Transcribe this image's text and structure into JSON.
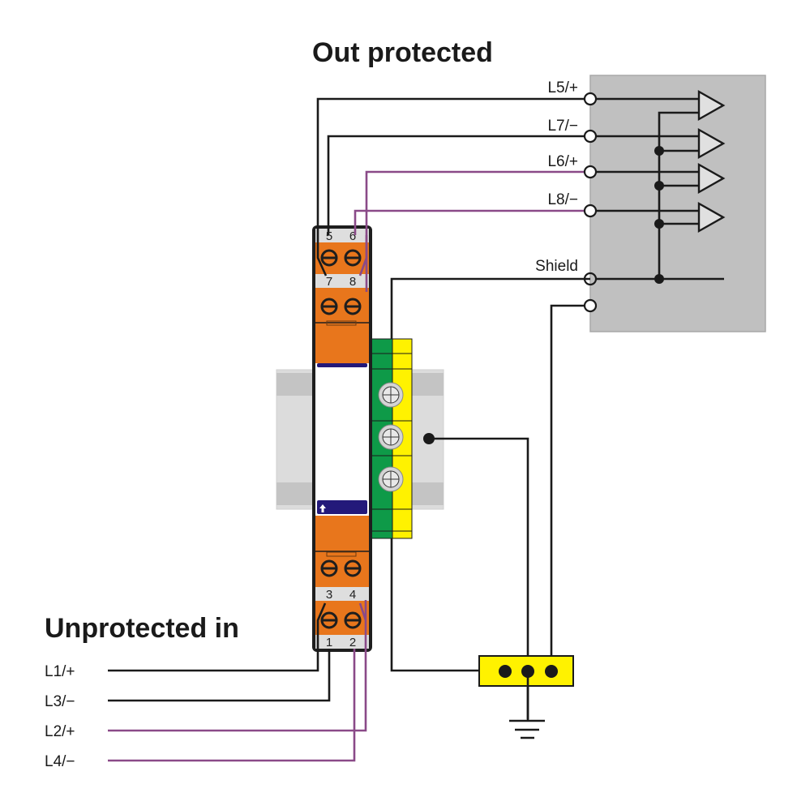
{
  "titles": {
    "out": "Out protected",
    "in": "Unprotected in"
  },
  "outputs": [
    {
      "label": "L5/+",
      "wire_color": "black"
    },
    {
      "label": "L7/−",
      "wire_color": "black"
    },
    {
      "label": "L6/+",
      "wire_color": "purple"
    },
    {
      "label": "L8/−",
      "wire_color": "purple"
    },
    {
      "label": "Shield",
      "wire_color": "black"
    }
  ],
  "inputs": [
    {
      "label": "L1/+",
      "wire_color": "black"
    },
    {
      "label": "L3/−",
      "wire_color": "black"
    },
    {
      "label": "L2/+",
      "wire_color": "purple"
    },
    {
      "label": "L4/−",
      "wire_color": "purple"
    }
  ],
  "terminals": {
    "top_row_a": [
      "5",
      "6"
    ],
    "top_row_b": [
      "7",
      "8"
    ],
    "bottom_row_a": [
      "3",
      "4"
    ],
    "bottom_row_b": [
      "1",
      "2"
    ]
  },
  "colors": {
    "module_orange": "#e8761c",
    "terminal_green": "#0e9a48",
    "terminal_yellow": "#fff200",
    "device_gray": "#c0c0c0",
    "rail_gray": "#d8d8d8",
    "label_navy": "#23197a",
    "purple_wire": "#8a4a88",
    "black_wire": "#1a1a1a"
  },
  "symbols": {
    "amplifiers": 4,
    "ground": "earth-ground-icon"
  }
}
